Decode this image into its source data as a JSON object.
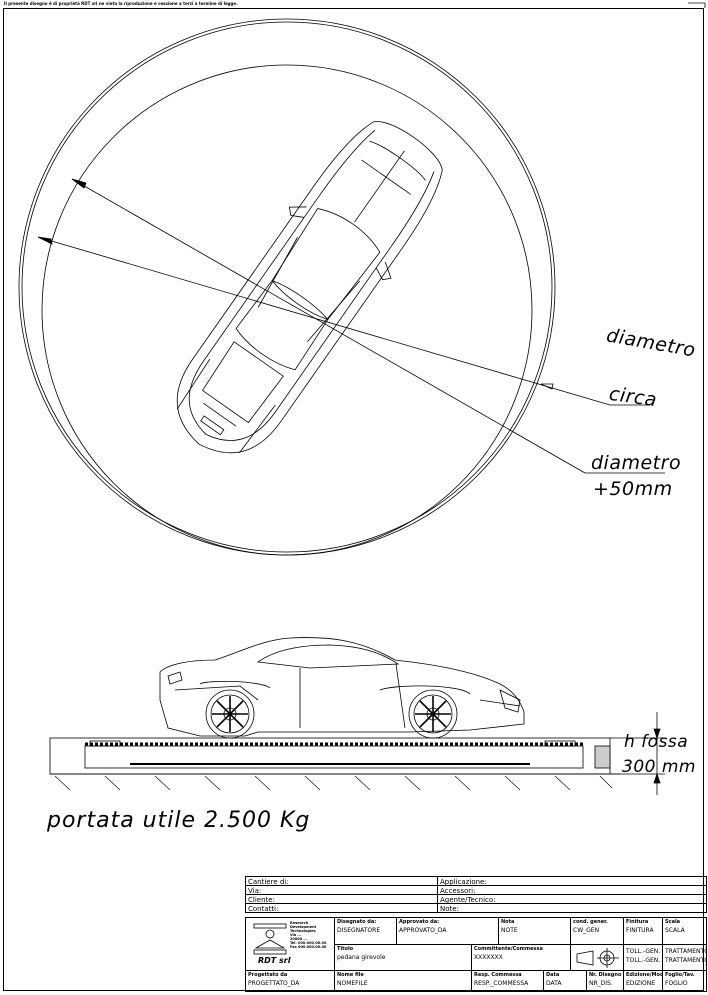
{
  "disclaimer": "Il presente disegno è di proprietà RDT srl ne vieta la riproduzione e cessione a terzi a termine di legge.",
  "annotations": {
    "diametro_label": "diametro",
    "circa_label": "circa",
    "diametro_plus_label": "diametro",
    "plus50_label": "+50mm",
    "h_fossa_label": "h fossa",
    "depth_label": "300 mm",
    "capacity_label": "portata utile 2.500 Kg"
  },
  "title_block": {
    "cantiere": "Cantiere di:",
    "via": "Via:",
    "cliente": "Cliente:",
    "contatti": "Contatti:",
    "applicazione": "Applicazione:",
    "accessori": "Accessori:",
    "agente": "Agente/Tecnico:",
    "note_hdr": "Note:",
    "company_lines": [
      "Research",
      "Development",
      "Technologies",
      "Via ...",
      "20000 ...",
      "Tel. 000.000.00.00",
      "Fax 000.000.00.00"
    ],
    "brand": "RDT srl",
    "disegnato_label": "Disegnato da:",
    "disegnato_value": "DISEGNATORE",
    "approvato_label": "Approvato da:",
    "approvato_value": "APPROVATO_DA",
    "nota_label": "Nota",
    "nota_value": "NOTE",
    "cond_label": "cond. gener.",
    "cond_value": "CW_GEN",
    "finitura_label": "Finitura",
    "finitura_value": "FINITURA",
    "scala_label": "Scala",
    "scala_value": "SCALA",
    "titolo_label": "Titolo",
    "titolo_value": "pedana girevole",
    "commessa_label": "Committente/Commessa",
    "commessa_value": "XXXXXXX",
    "toll_gen_1": "TOLL.-GEN.",
    "toll_gen_2": "TOLL.-GEN.",
    "trattamento_1": "TRATTAMENTO",
    "trattamento_2": "TRATTAMENTO",
    "progettato_label": "Progettato da",
    "progettato_value": "PROGETTATO_DA",
    "nomefile_label": "Nome file",
    "nomefile_value": "NOMEFILE",
    "resp_label": "Resp. Commessa",
    "resp_value": "RESP._COMMESSA",
    "data_label": "Data",
    "data_value": "DATA",
    "nrdis_label": "Nr. Disegno",
    "nrdis_value": "NR_DIS.",
    "edizione_label": "Edizione/Mod.",
    "edizione_value": "EDIZIONE",
    "foglio_label": "Foglio/Tav.",
    "foglio_value": "FOGLIO"
  }
}
